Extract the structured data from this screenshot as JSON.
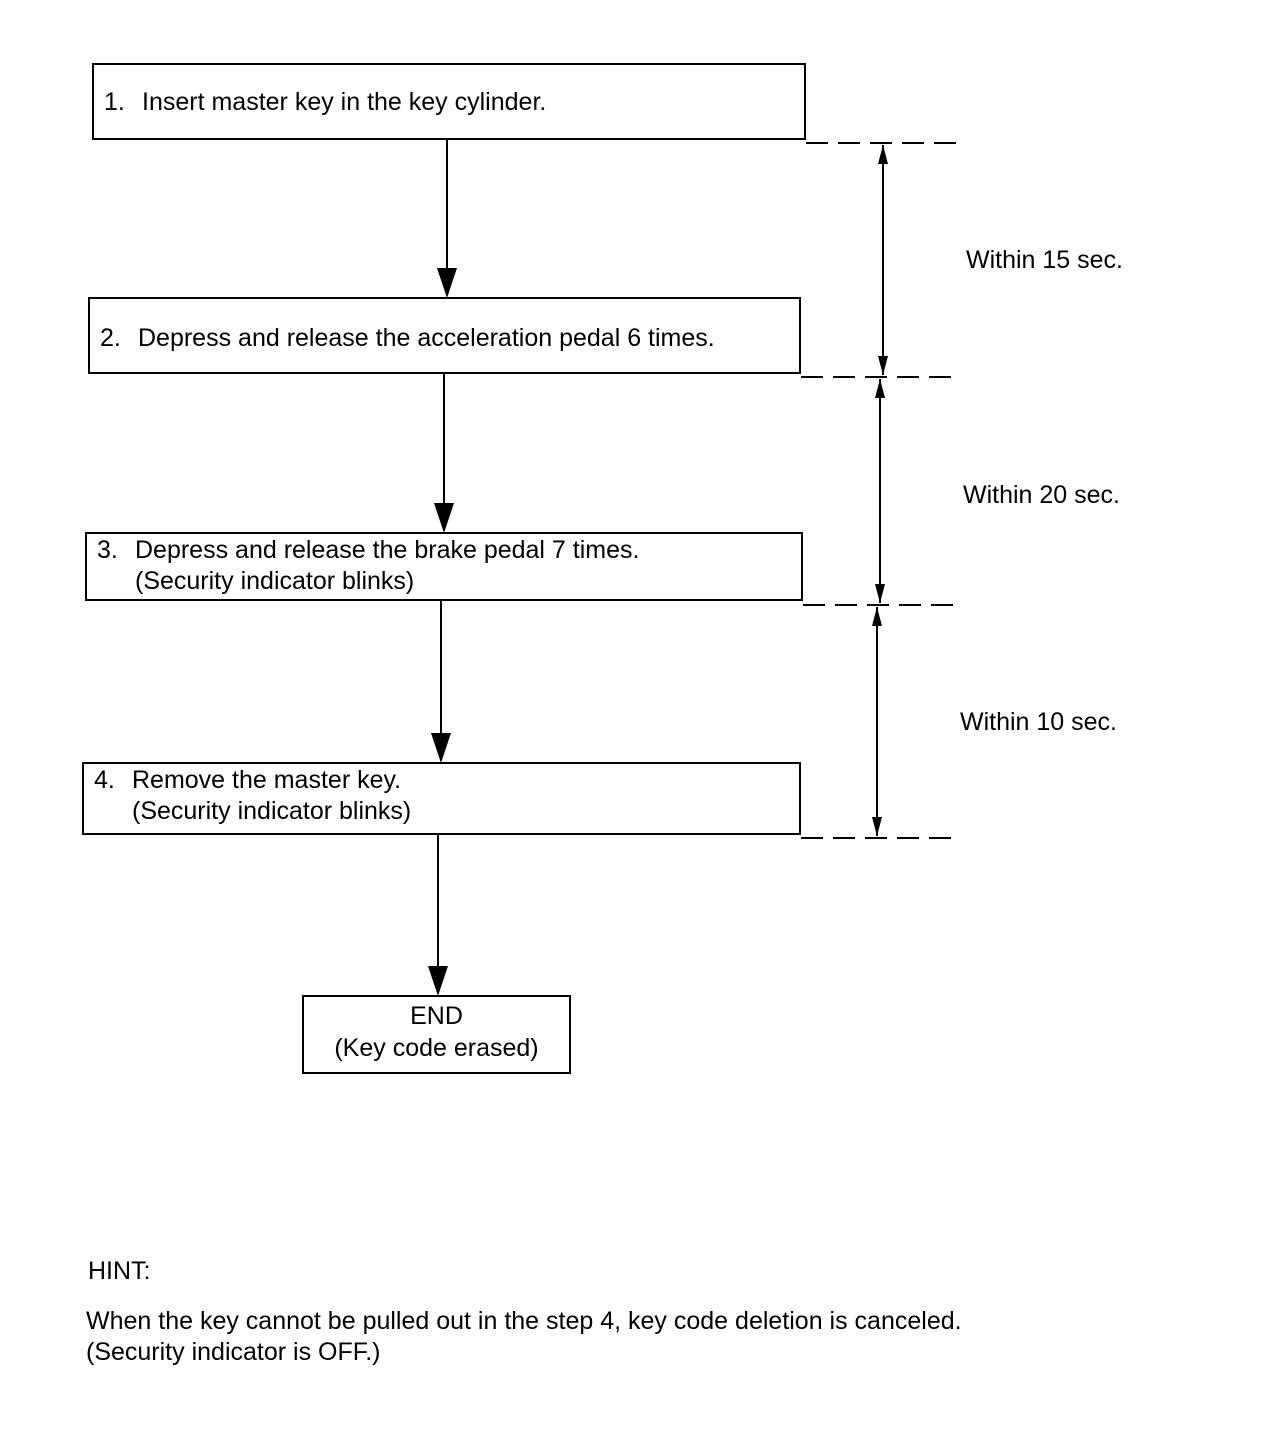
{
  "steps": [
    {
      "num": "1.",
      "lines": [
        "Insert master key in the key cylinder."
      ]
    },
    {
      "num": "2.",
      "lines": [
        "Depress and release the acceleration pedal 6 times."
      ]
    },
    {
      "num": "3.",
      "lines": [
        "Depress and release the brake pedal 7 times.",
        "(Security indicator blinks)"
      ]
    },
    {
      "num": "4.",
      "lines": [
        "Remove the master key.",
        "(Security indicator blinks)"
      ]
    }
  ],
  "end": {
    "line1": "END",
    "line2": "(Key code erased)"
  },
  "intervals": [
    "Within 15 sec.",
    "Within 20 sec.",
    "Within 10 sec."
  ],
  "hint": {
    "title": "HINT:",
    "line1": "When the key cannot be pulled out in the step 4, key code deletion is canceled.",
    "line2": "(Security indicator is OFF.)"
  }
}
